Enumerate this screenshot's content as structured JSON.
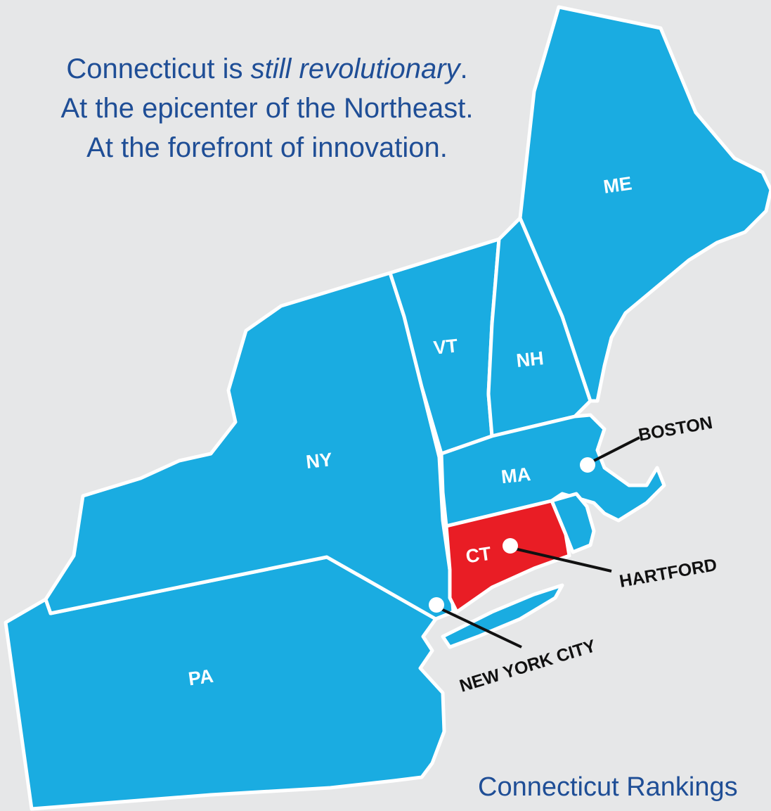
{
  "headline": {
    "line1_prefix": "Connecticut is ",
    "line1_italic": "still revolutionary",
    "line1_suffix": ".",
    "line2": "At the epicenter of the Northeast.",
    "line3": "At the forefront of innovation."
  },
  "states": [
    {
      "id": "ME",
      "label": "ME"
    },
    {
      "id": "NH",
      "label": "NH"
    },
    {
      "id": "VT",
      "label": "VT"
    },
    {
      "id": "NY",
      "label": "NY"
    },
    {
      "id": "MA",
      "label": "MA"
    },
    {
      "id": "CT",
      "label": "CT",
      "highlighted": true
    },
    {
      "id": "PA",
      "label": "PA"
    }
  ],
  "cities": [
    {
      "id": "boston",
      "label": "BOSTON"
    },
    {
      "id": "hartford",
      "label": "HARTFORD"
    },
    {
      "id": "nyc",
      "label": "NEW YORK CITY"
    }
  ],
  "colors": {
    "state_fill": "#1aace1",
    "highlight_fill": "#e91d25",
    "background": "#e6e7e8",
    "text_blue": "#1f4e96"
  },
  "footer": {
    "text": "Connecticut Rankings"
  }
}
